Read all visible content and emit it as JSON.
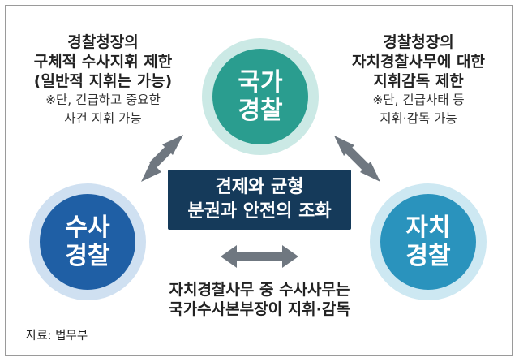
{
  "circles": {
    "national": {
      "line1": "국가",
      "line2": "경찰"
    },
    "investigation": {
      "line1": "수사",
      "line2": "경찰"
    },
    "autonomous": {
      "line1": "자치",
      "line2": "경찰"
    }
  },
  "left_note": {
    "lines": [
      "경찰청장의",
      "구체적 수사지휘 제한",
      "(일반적 지휘는 가능)"
    ],
    "sub": [
      "※단, 긴급하고 중요한",
      "사건 지휘 가능"
    ]
  },
  "right_note": {
    "lines": [
      "경찰청장의",
      "자치경찰사무에 대한",
      "지휘감독 제한"
    ],
    "sub": [
      "※단, 긴급사태 등",
      "지휘·감독 가능"
    ]
  },
  "center": {
    "line1": "견제와 균형",
    "line2": "분권과 안전의 조화"
  },
  "bottom_note": {
    "line1": "자치경찰사무 중 수사사무는",
    "line2": "국가수사본부장이 지휘·감독"
  },
  "source": "자료: 법무부",
  "colors": {
    "national": "#2a9d8f",
    "investigation": "#1f5fa5",
    "autonomous": "#2a93bd",
    "center_box": "#153a5a",
    "arrow": "#6f7780"
  }
}
